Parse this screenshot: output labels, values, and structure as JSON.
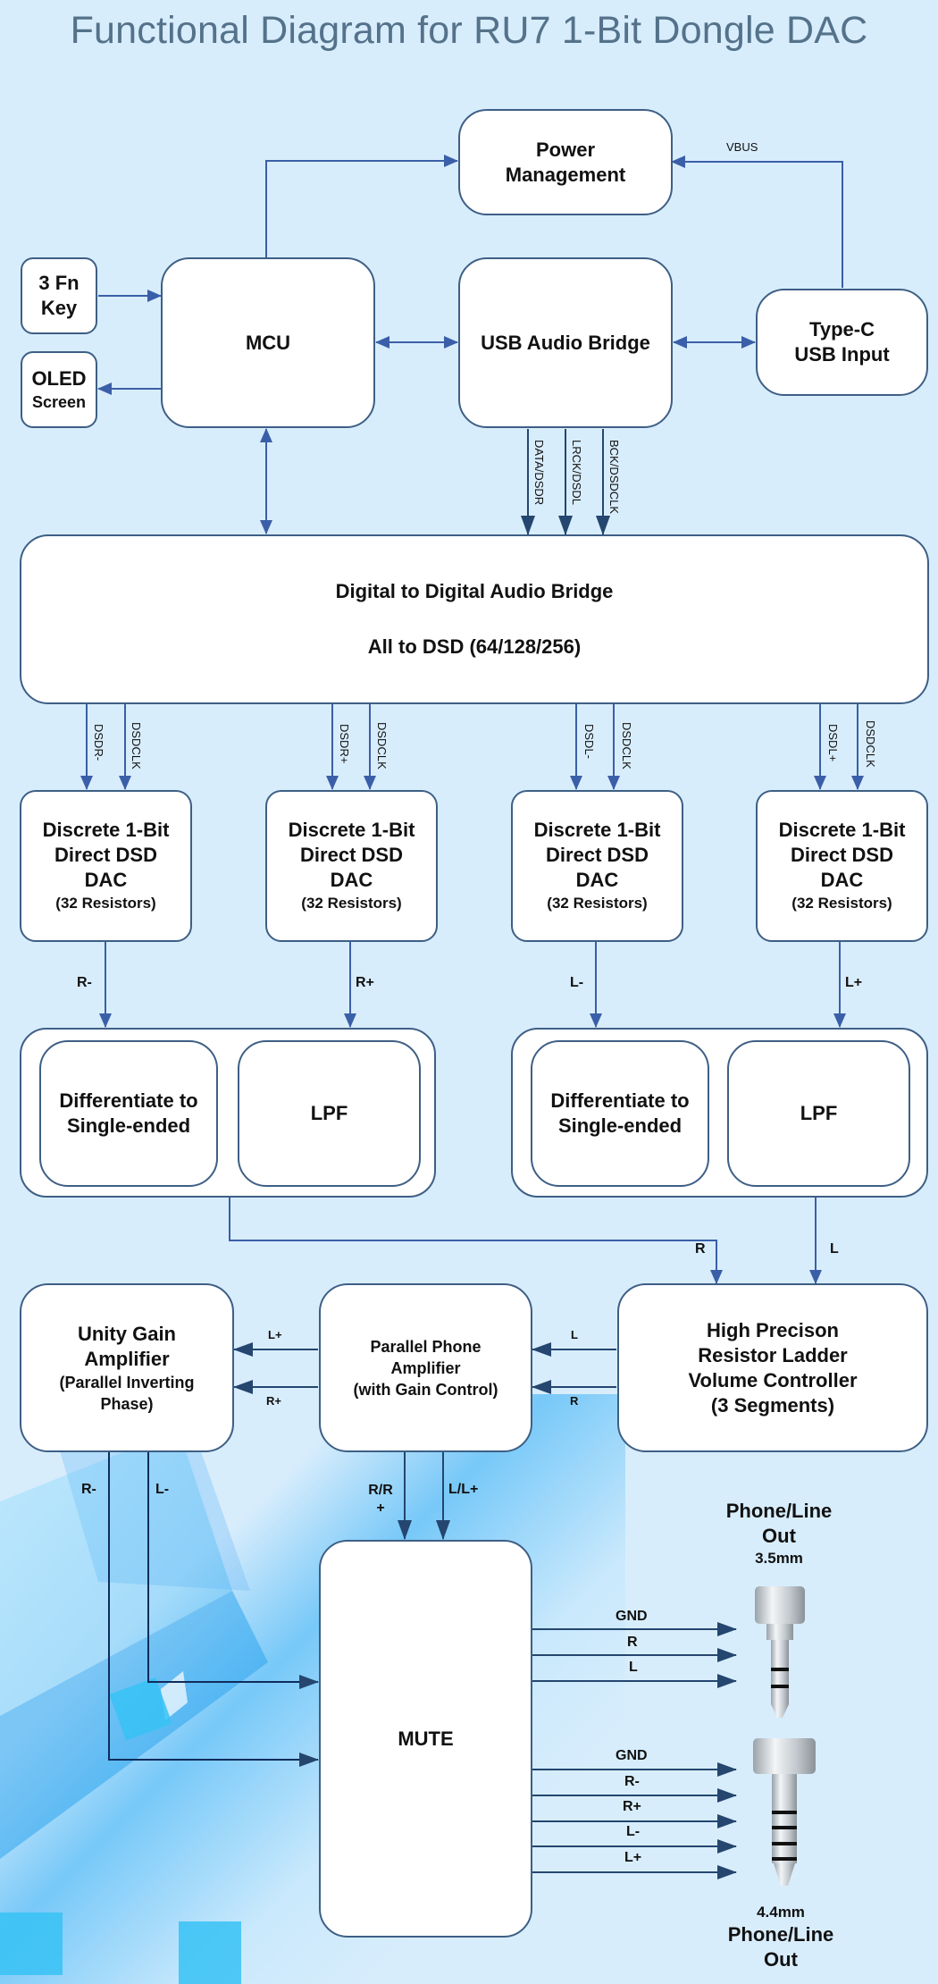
{
  "title": "Functional Diagram for RU7 1-Bit Dongle DAC",
  "blocks": {
    "power_management": [
      "Power",
      "Management"
    ],
    "fn_key": [
      "3 Fn",
      "Key"
    ],
    "oled": [
      "OLED",
      "Screen"
    ],
    "mcu": "MCU",
    "usb_audio_bridge": "USB Audio Bridge",
    "type_c": [
      "Type-C",
      "USB Input"
    ],
    "ddab": {
      "line1": "Digital to Digital Audio Bridge",
      "line2": "All to DSD (64/128/256)"
    },
    "dacs": [
      {
        "l1": "Discrete 1-Bit",
        "l2": "Direct DSD",
        "l3": "DAC",
        "l4": "(32 Resistors)"
      },
      {
        "l1": "Discrete 1-Bit",
        "l2": "Direct DSD",
        "l3": "DAC",
        "l4": "(32 Resistors)"
      },
      {
        "l1": "Discrete 1-Bit",
        "l2": "Direct DSD",
        "l3": "DAC",
        "l4": "(32 Resistors)"
      },
      {
        "l1": "Discrete 1-Bit",
        "l2": "Direct DSD",
        "l3": "DAC",
        "l4": "(32 Resistors)"
      }
    ],
    "diff_groups": [
      {
        "diff": [
          "Differentiate to",
          "Single-ended"
        ],
        "lpf": "LPF"
      },
      {
        "diff": [
          "Differentiate to",
          "Single-ended"
        ],
        "lpf": "LPF"
      }
    ],
    "unity_gain": [
      "Unity Gain",
      "Amplifier",
      "(Parallel Inverting",
      "Phase)"
    ],
    "parallel_phone": [
      "Parallel Phone",
      "Amplifier",
      "(with Gain Control)"
    ],
    "volume": [
      "High Precison",
      "Resistor Ladder",
      "Volume Controller",
      "(3 Segments)"
    ],
    "mute": "MUTE"
  },
  "signals": {
    "vbus": "VBUS",
    "usb_bridge_out": [
      "DATA/DSDR",
      "LRCK/DSDL",
      "BCK/DSDCLK"
    ],
    "ddab_out": [
      [
        "DSDR-",
        "DSDCLK"
      ],
      [
        "DSDR+",
        "DSDCLK"
      ],
      [
        "DSDL-",
        "DSDCLK"
      ],
      [
        "DSDL+",
        "DSDCLK"
      ]
    ],
    "dac_out": [
      "R-",
      "R+",
      "L-",
      "L+"
    ],
    "to_volume": [
      "R",
      "L"
    ],
    "volume_to_pa": [
      "L",
      "R"
    ],
    "pa_to_unity": [
      "L+",
      "R+"
    ],
    "unity_out": [
      "R-",
      "L-"
    ],
    "pa_out": [
      "R/R+",
      "L/L+"
    ],
    "jack35_pins": [
      "GND",
      "R",
      "L"
    ],
    "jack44_pins": [
      "GND",
      "R-",
      "R+",
      "L-",
      "L+"
    ]
  },
  "jacks": {
    "j35": {
      "title": [
        "Phone/Line",
        "Out"
      ],
      "size": "3.5mm"
    },
    "j44": {
      "title": [
        "Phone/Line",
        "Out"
      ],
      "size": "4.4mm"
    }
  },
  "colors": {
    "line": "#3a5fa8",
    "line_dark": "#24466f",
    "box_border": "#3e5f85",
    "title": "#54728a",
    "background": "#d8edfc"
  }
}
